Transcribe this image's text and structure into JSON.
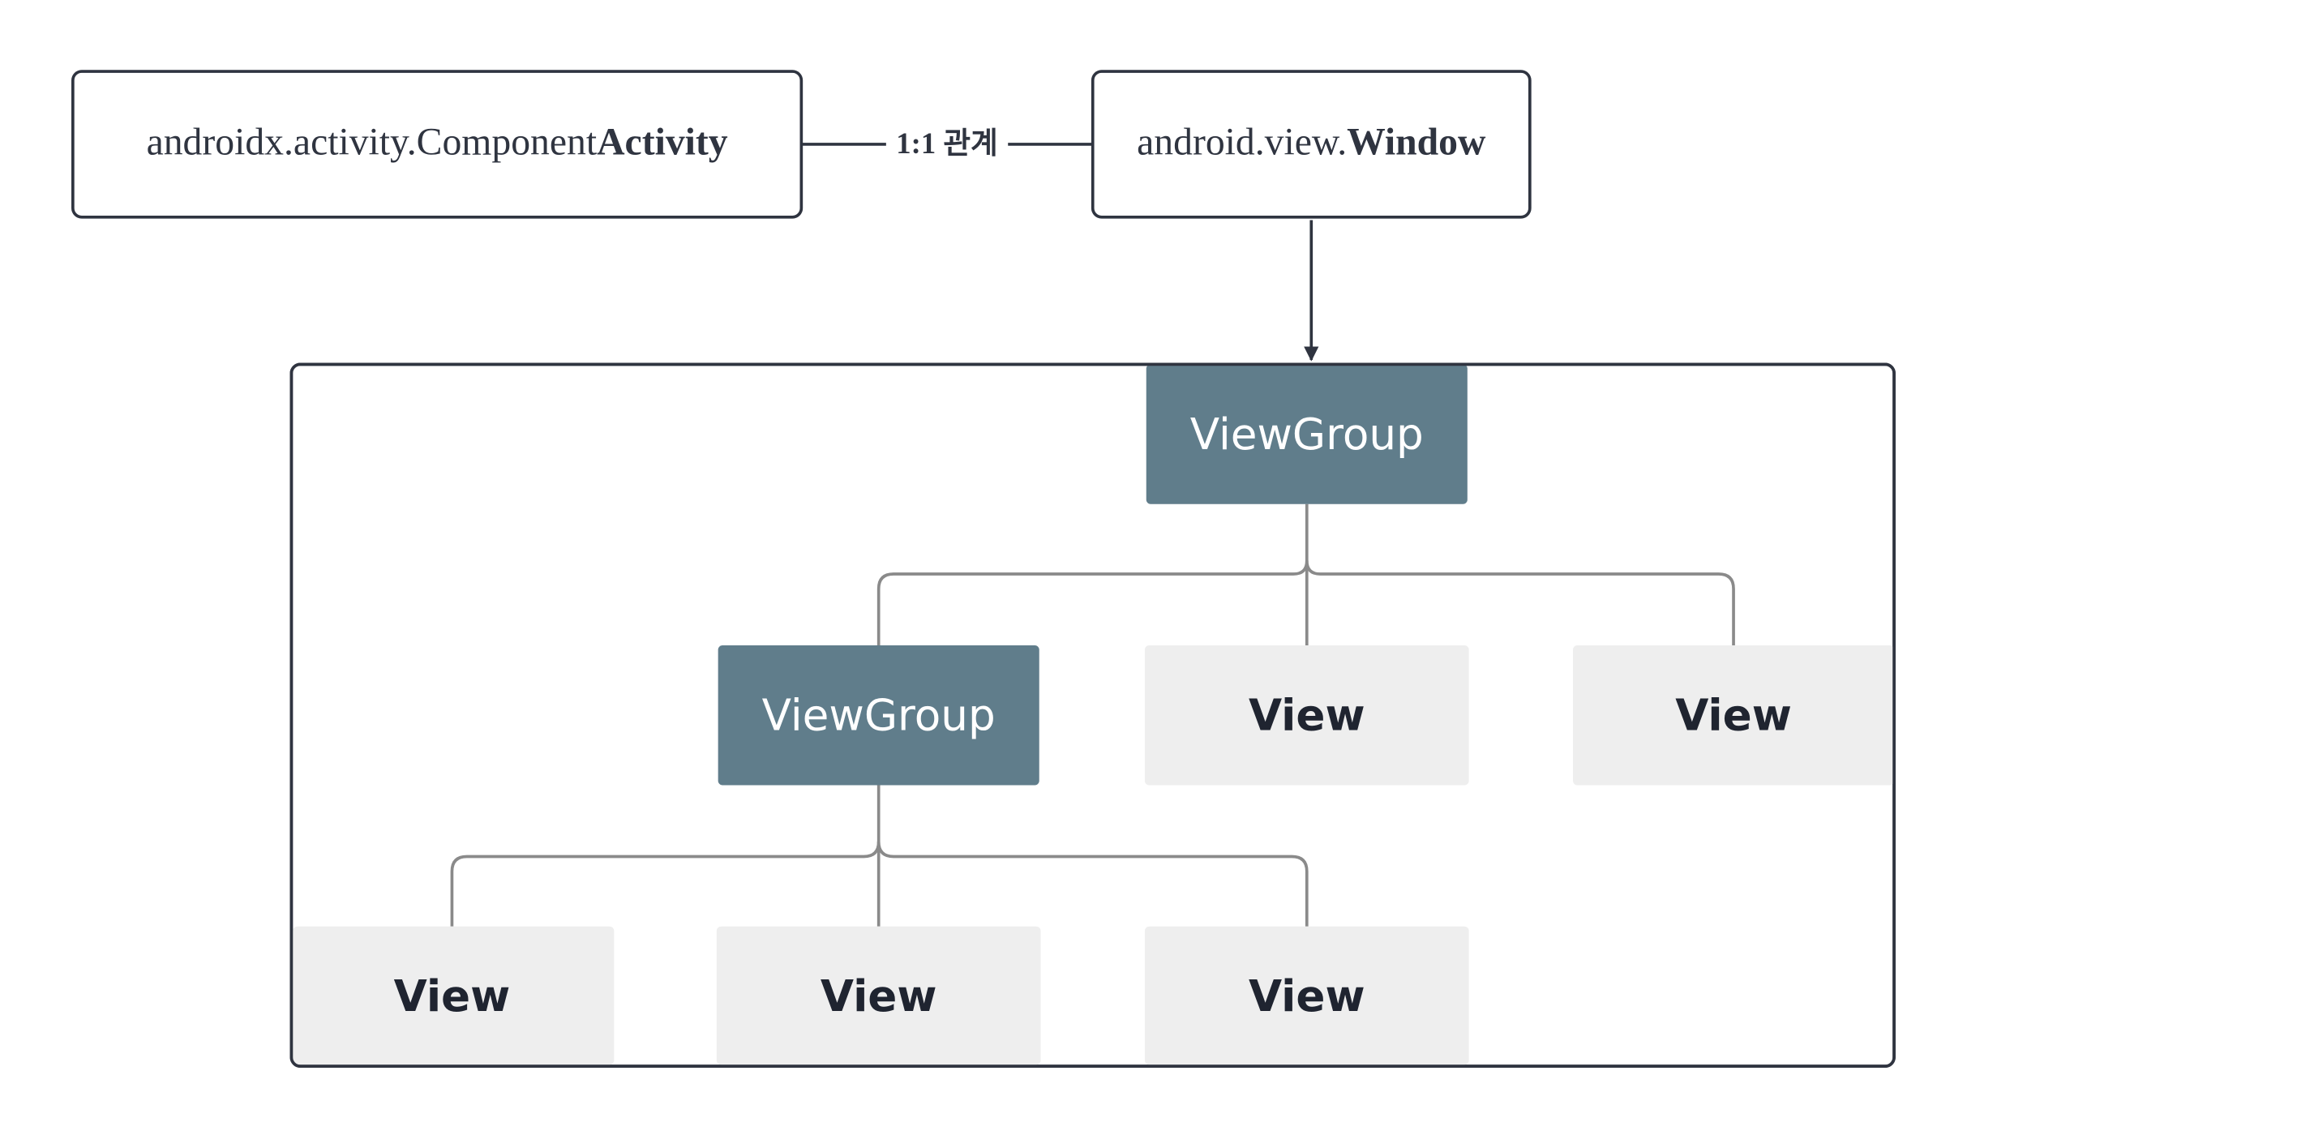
{
  "activity_box": {
    "prefix": "androidx.activity.Component",
    "bold": "Activity"
  },
  "relation": {
    "label": "1:1 관계"
  },
  "window_box": {
    "prefix": "android.view.",
    "bold": "Window"
  },
  "tree": {
    "root": {
      "label": "ViewGroup"
    },
    "level1": [
      {
        "label": "ViewGroup"
      },
      {
        "label": "View"
      },
      {
        "label": "View"
      }
    ],
    "level2": [
      {
        "label": "View"
      },
      {
        "label": "View"
      },
      {
        "label": "View"
      }
    ]
  },
  "colors": {
    "viewgroup_fill": "#607d8b",
    "view_fill": "#eeeeee",
    "outline": "#2f3440",
    "connector": "#8a8a8a",
    "text_dark": "#1f2430",
    "text_light": "#ffffff"
  }
}
